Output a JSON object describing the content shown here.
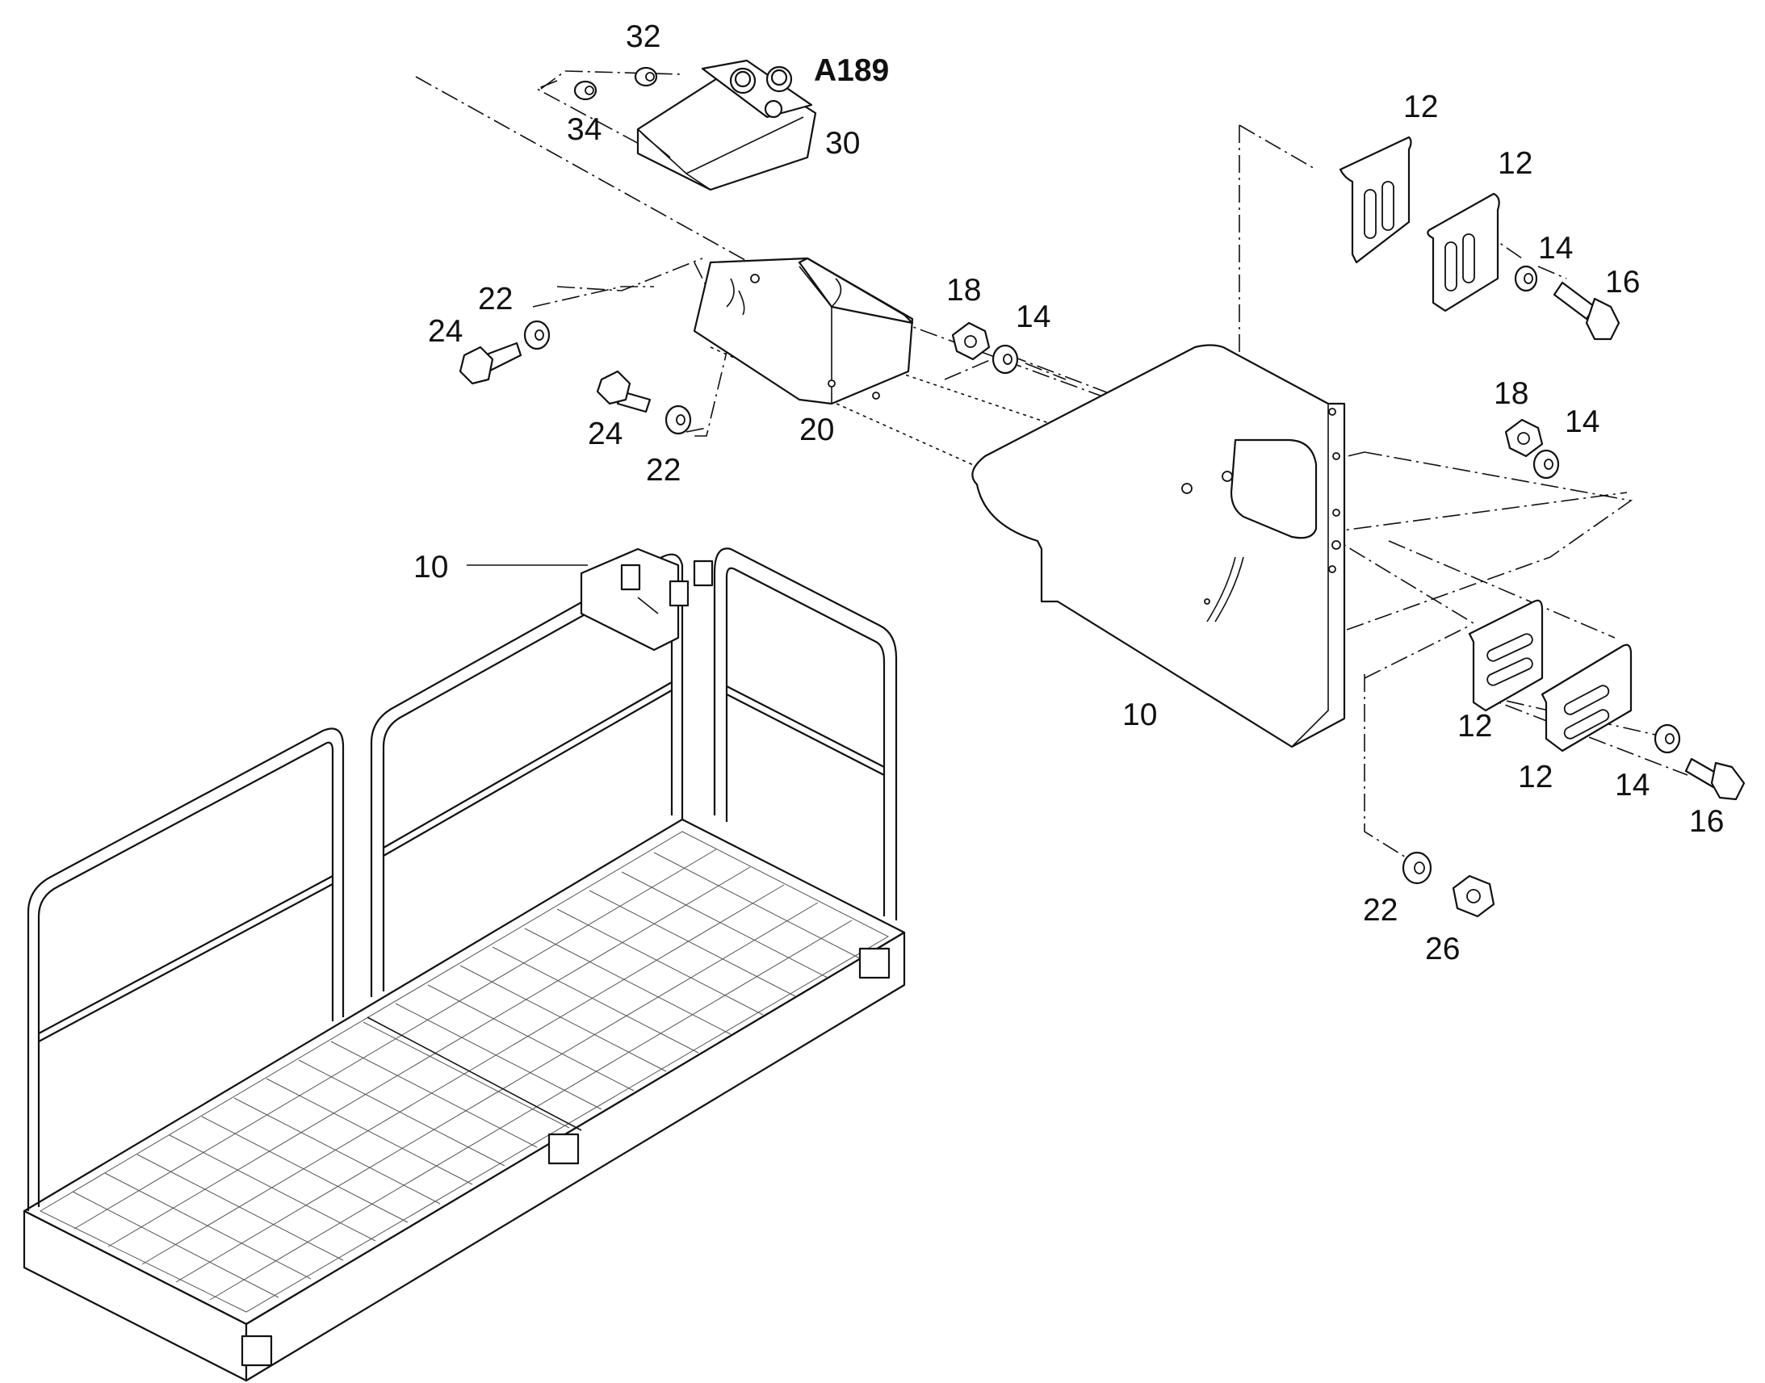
{
  "callouts": {
    "c32": "32",
    "cA189": "A189",
    "c34": "34",
    "c30": "30",
    "c12a": "12",
    "c12b": "12",
    "c14a": "14",
    "c16a": "16",
    "c22a": "22",
    "c24a": "24",
    "c18a": "18",
    "c14b": "14",
    "c24b": "24",
    "c20": "20",
    "c22b": "22",
    "c18b": "18",
    "c14c": "14",
    "c10a": "10",
    "c10b": "10",
    "c12c": "12",
    "c12d": "12",
    "c14d": "14",
    "c16b": "16",
    "c22c": "22",
    "c26": "26"
  },
  "colors": {
    "line": "#111111",
    "background": "#ffffff"
  }
}
